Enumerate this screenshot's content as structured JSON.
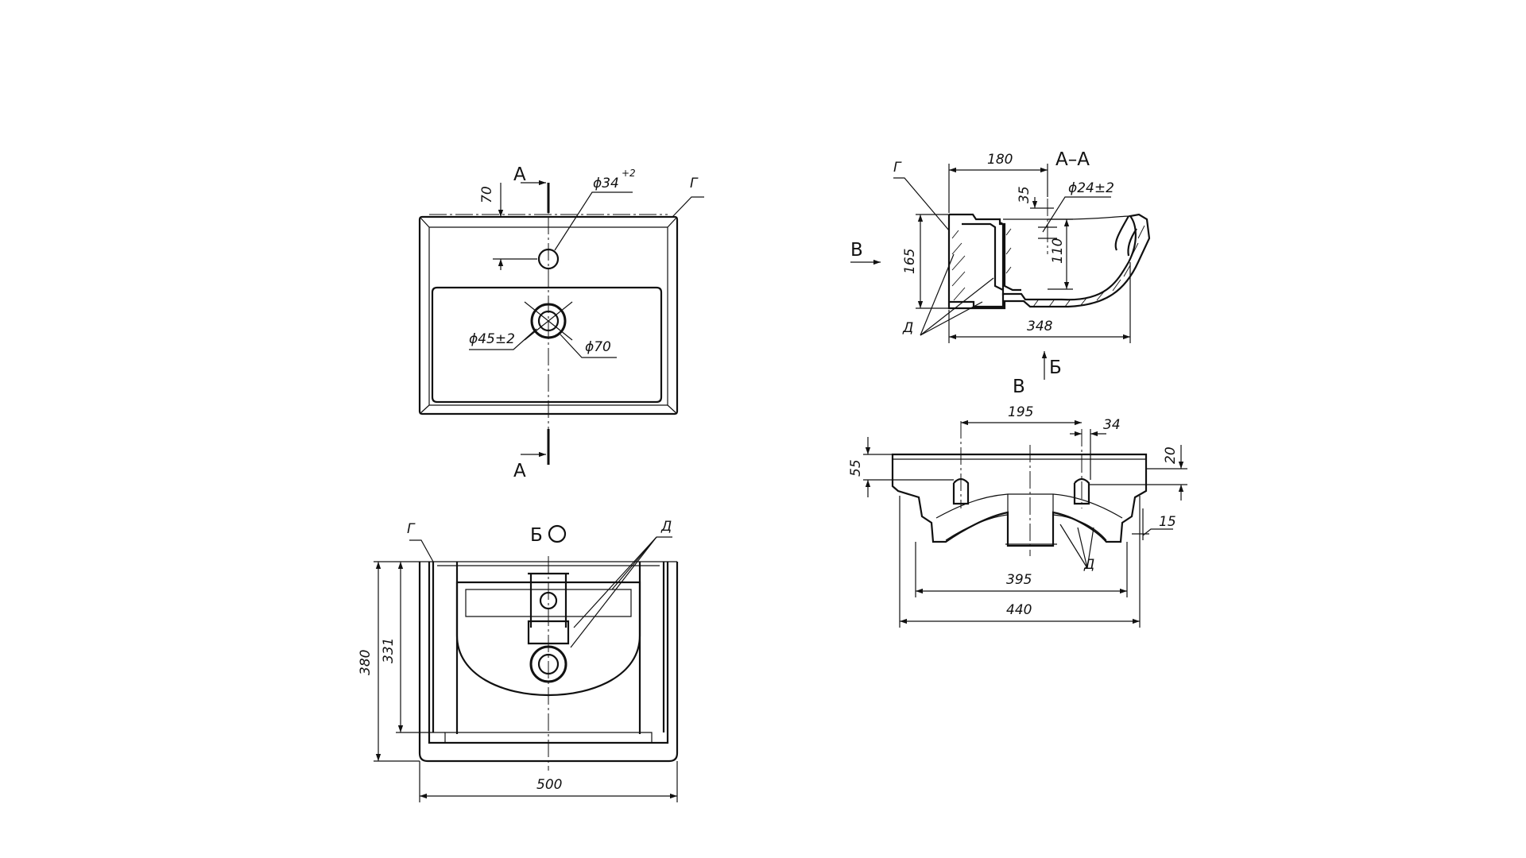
{
  "views": {
    "top": {
      "section_letter": "А",
      "dims": {
        "d70_top": "70",
        "faucet_hole": "ϕ34",
        "faucet_tol": "+2",
        "drain_hole": "ϕ45±2",
        "drain_outer": "ϕ70"
      },
      "callout_g": "Г"
    },
    "bottom": {
      "view_label": "Б",
      "callout_g": "Г",
      "callout_d": "Д",
      "dims": {
        "h380": "380",
        "h331": "331",
        "w500": "500"
      }
    },
    "section": {
      "title": "А–А",
      "callout_g": "Г",
      "callout_d": "Д",
      "arrow_v": "В",
      "arrow_b": "Б",
      "dims": {
        "d180": "180",
        "d35": "35",
        "hole": "ϕ24±2",
        "d165": "165",
        "d110": "110",
        "d348": "348"
      }
    },
    "side": {
      "title": "В",
      "callout_d": "Д",
      "dims": {
        "d195": "195",
        "d34": "34",
        "d55": "55",
        "d20": "20",
        "d15": "15",
        "d395": "395",
        "d440": "440"
      }
    }
  }
}
